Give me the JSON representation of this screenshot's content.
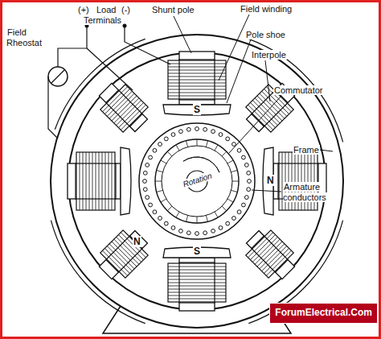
{
  "diagram": {
    "labels": [
      "(+)",
      "Load",
      "(-)",
      "Terminals",
      "Field Rheostat",
      "Shunt pole",
      "Field winding",
      "Pole shoe",
      "Interpole",
      "Commutator",
      "Frame",
      "Armature conductors",
      "S",
      "N",
      "S",
      "N",
      "Rotation",
      "ForumElectrical.Com"
    ]
  }
}
